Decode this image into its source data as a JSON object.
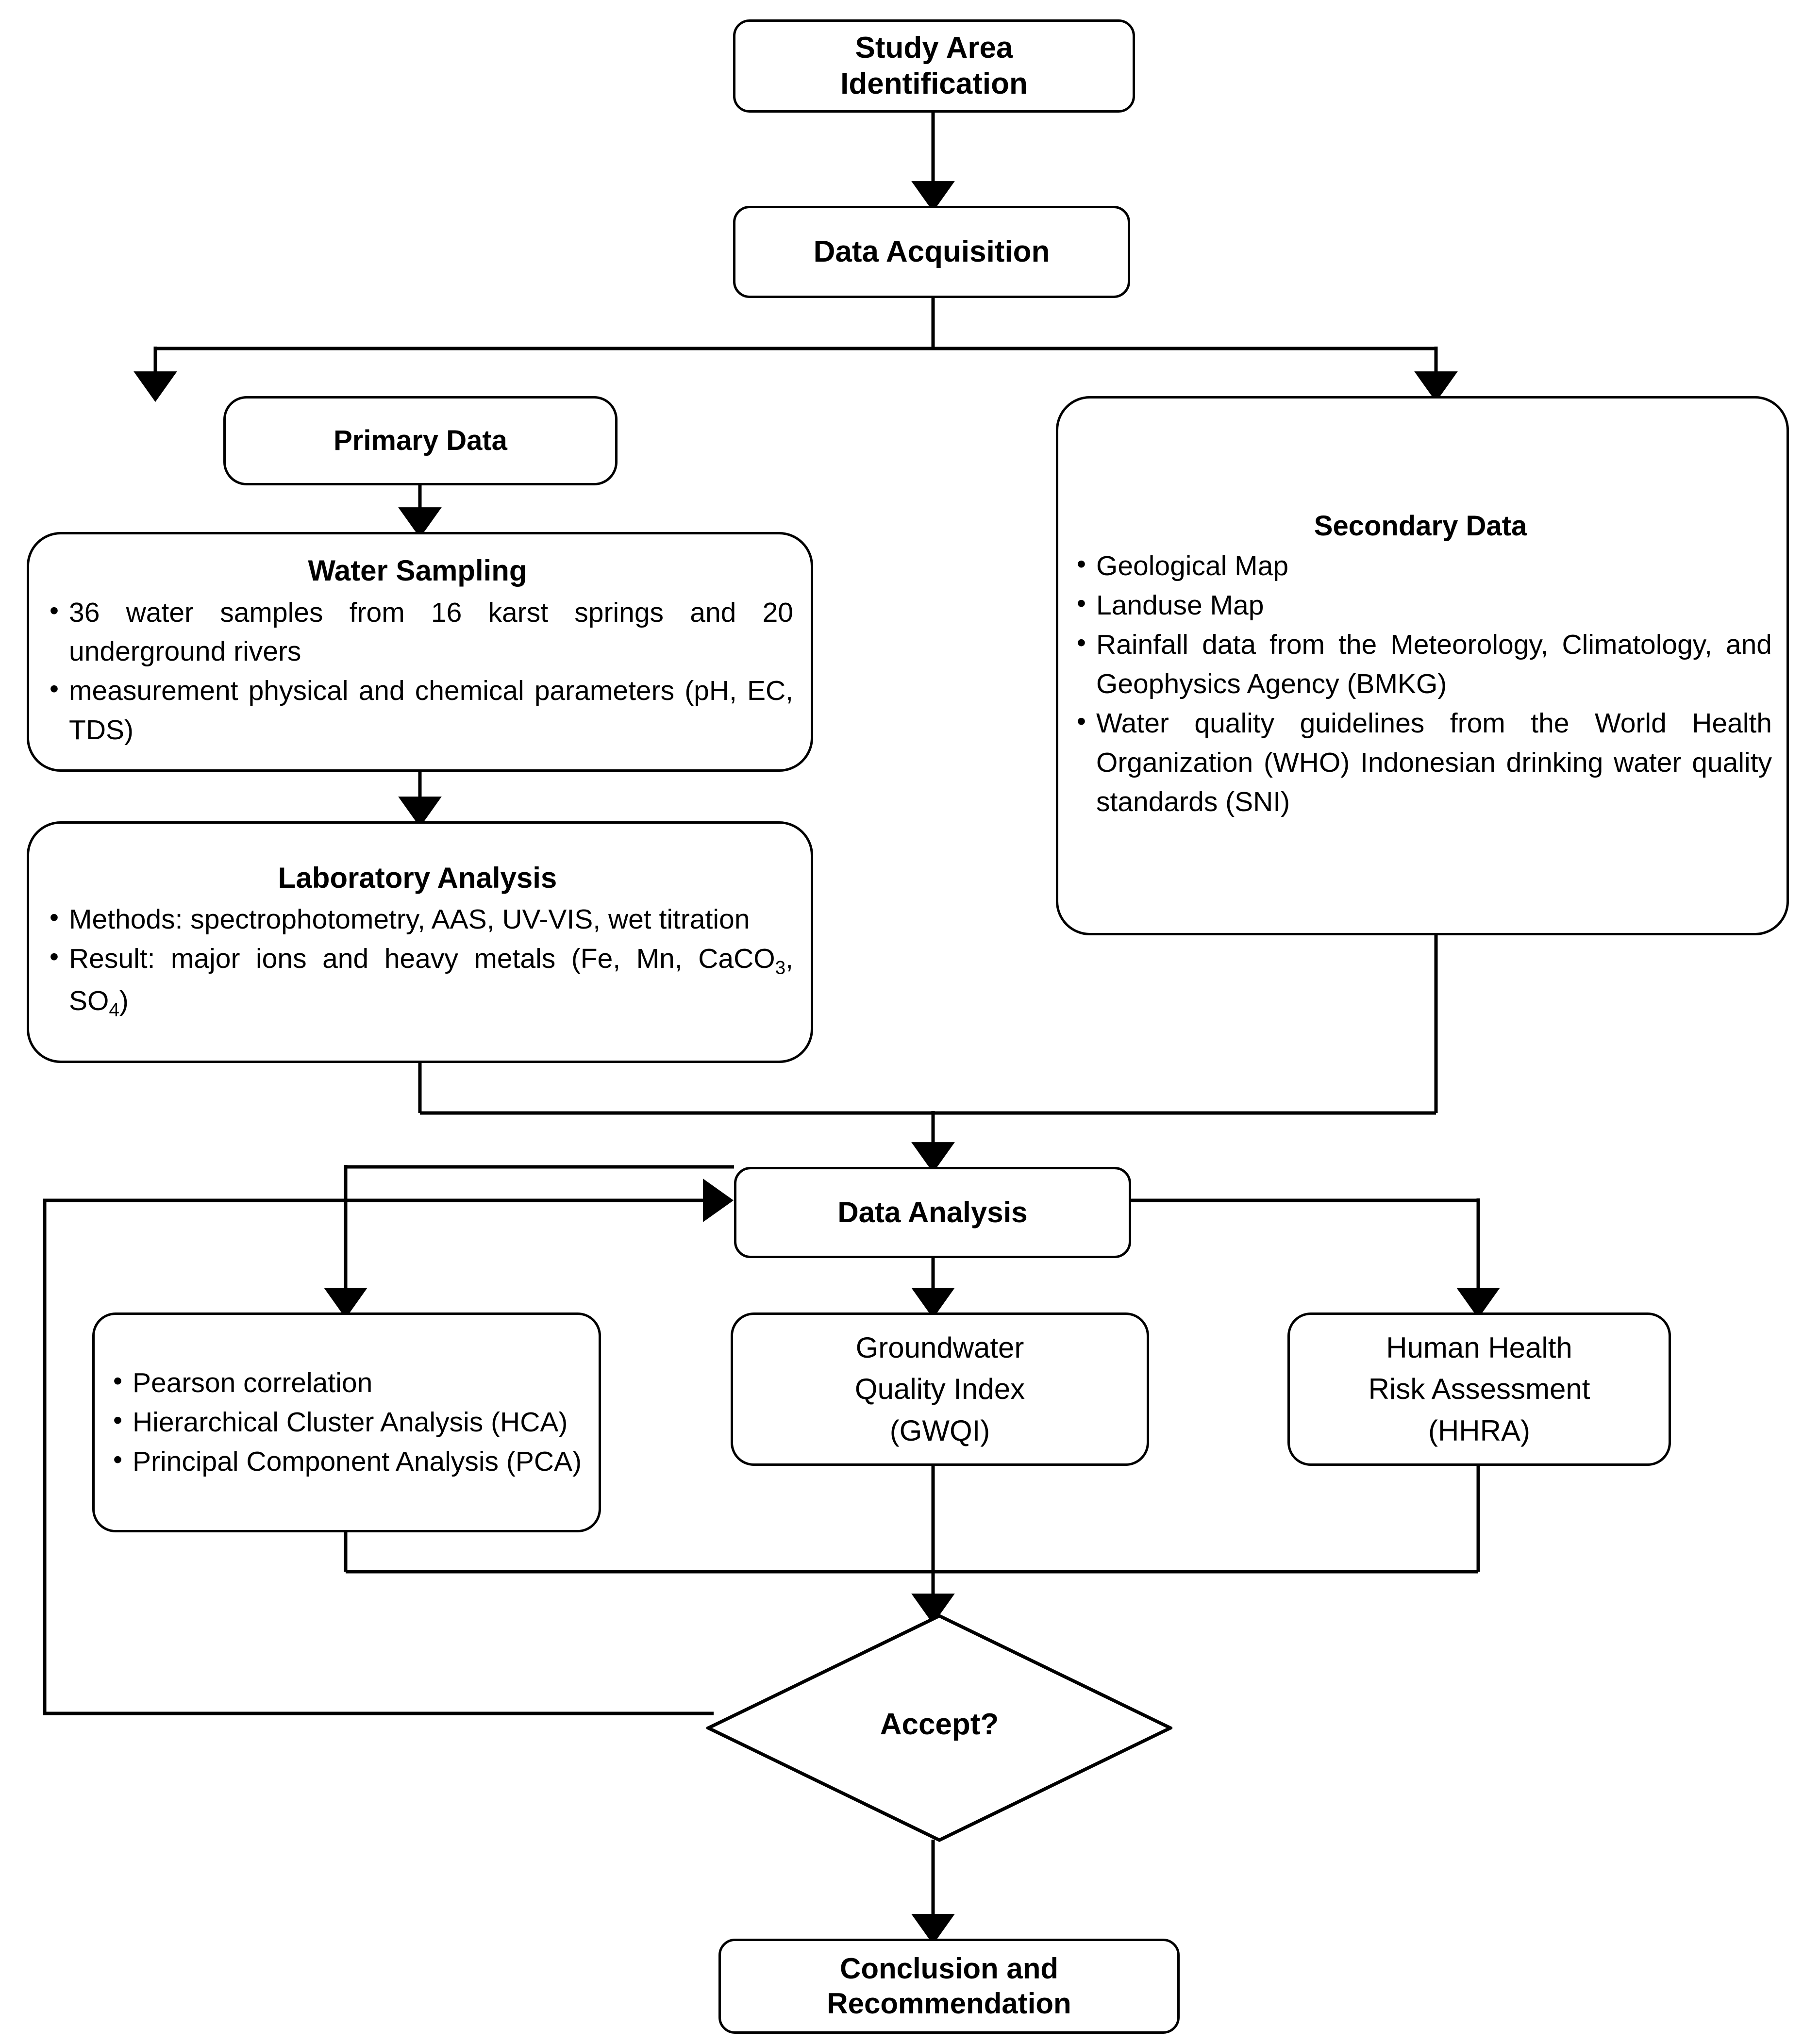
{
  "diagram": {
    "title": "Research Methodology Flowchart",
    "type": "flowchart",
    "stroke_color": "#000000",
    "background_color": "#ffffff"
  },
  "nodes": {
    "study_area": {
      "label": "Study Area\nIdentification",
      "line1": "Study Area",
      "line2": "Identification",
      "shape": "rounded-rectangle"
    },
    "data_acquisition": {
      "label": "Data Acquisition",
      "shape": "rounded-rectangle"
    },
    "primary_data": {
      "label": "Primary Data",
      "shape": "rounded-rectangle"
    },
    "secondary_data": {
      "title": "Secondary Data",
      "shape": "rounded-rectangle",
      "bullets": [
        "Geological Map",
        "Landuse Map",
        "Rainfall data from the Meteorology, Climatology, and Geophysics Agency (BMKG)",
        "Water quality guidelines from the World Health Organization (WHO) Indonesian drinking water quality standards (SNI)"
      ]
    },
    "water_sampling": {
      "title": "Water Sampling",
      "shape": "rounded-rectangle",
      "bullets": [
        "36 water samples from 16 karst springs and 20 underground rivers",
        "measurement physical and chemical parameters (pH, EC, TDS)"
      ]
    },
    "laboratory_analysis": {
      "title": "Laboratory Analysis",
      "shape": "rounded-rectangle",
      "bullets": [
        "Methods: spectrophotometry, AAS, UV-VIS, wet titration",
        "Result: major ions and heavy metals (Fe, Mn, CaCO3, SO4)"
      ],
      "bullet2_parts": {
        "prefix": "Result: major ions and heavy metals (Fe, Mn, CaCO",
        "sub1": "3",
        "mid": ", SO",
        "sub2": "4",
        "suffix": ")"
      }
    },
    "data_analysis": {
      "label": "Data Analysis",
      "shape": "rounded-rectangle"
    },
    "statistical_methods": {
      "shape": "rounded-rectangle",
      "bullets": [
        "Pearson correlation",
        "Hierarchical Cluster Analysis (HCA)",
        "Principal Component Analysis (PCA)"
      ]
    },
    "gwqi": {
      "line1": "Groundwater",
      "line2": "Quality Index",
      "line3": "(GWQI)",
      "label": "Groundwater Quality Index (GWQI)",
      "shape": "rounded-rectangle"
    },
    "hhra": {
      "line1": "Human Health",
      "line2": "Risk Assessment",
      "line3": "(HHRA)",
      "label": "Human Health Risk Assessment (HHRA)",
      "shape": "rounded-rectangle"
    },
    "accept_decision": {
      "label": "Accept?",
      "shape": "diamond"
    },
    "conclusion": {
      "line1": "Conclusion and",
      "line2": "Recommendation",
      "label": "Conclusion and Recommendation",
      "shape": "rounded-rectangle"
    }
  },
  "edges": [
    {
      "from": "study_area",
      "to": "data_acquisition",
      "style": "arrow-down"
    },
    {
      "from": "data_acquisition",
      "to": "primary_data",
      "style": "split-left"
    },
    {
      "from": "data_acquisition",
      "to": "secondary_data",
      "style": "split-right"
    },
    {
      "from": "primary_data",
      "to": "water_sampling",
      "style": "arrow-down"
    },
    {
      "from": "water_sampling",
      "to": "laboratory_analysis",
      "style": "arrow-down"
    },
    {
      "from": "laboratory_analysis",
      "to": "data_analysis",
      "style": "merge"
    },
    {
      "from": "secondary_data",
      "to": "data_analysis",
      "style": "merge"
    },
    {
      "from": "data_analysis",
      "to": "statistical_methods",
      "style": "branch-left"
    },
    {
      "from": "data_analysis",
      "to": "gwqi",
      "style": "arrow-down"
    },
    {
      "from": "data_analysis",
      "to": "hhra",
      "style": "branch-right"
    },
    {
      "from": "statistical_methods",
      "to": "accept_decision",
      "style": "merge"
    },
    {
      "from": "gwqi",
      "to": "accept_decision",
      "style": "merge"
    },
    {
      "from": "hhra",
      "to": "accept_decision",
      "style": "merge"
    },
    {
      "from": "accept_decision",
      "to": "data_analysis",
      "style": "feedback-loop-left"
    },
    {
      "from": "accept_decision",
      "to": "conclusion",
      "style": "arrow-down"
    }
  ]
}
